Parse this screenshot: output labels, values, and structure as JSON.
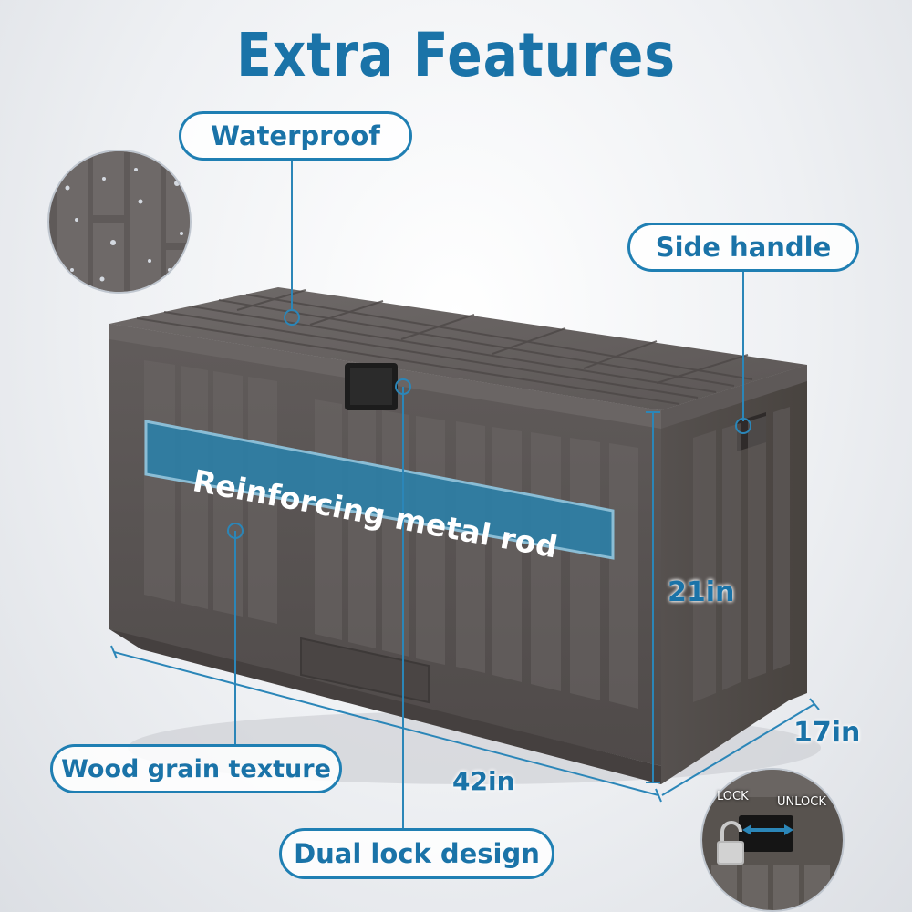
{
  "title": "Extra Features",
  "features": {
    "waterproof": "Waterproof",
    "side_handle": "Side handle",
    "metal_rod": "Reinforcing metal rod",
    "wood_grain": "Wood grain texture",
    "dual_lock": "Dual lock design"
  },
  "dimensions": {
    "height": "21in",
    "width": "42in",
    "depth": "17in"
  },
  "lock_inset": {
    "lock": "LOCK",
    "unlock": "UNLOCK"
  },
  "colors": {
    "accent": "#1a73a8",
    "box": "#5b5655",
    "banner": "#2d7fa6"
  }
}
